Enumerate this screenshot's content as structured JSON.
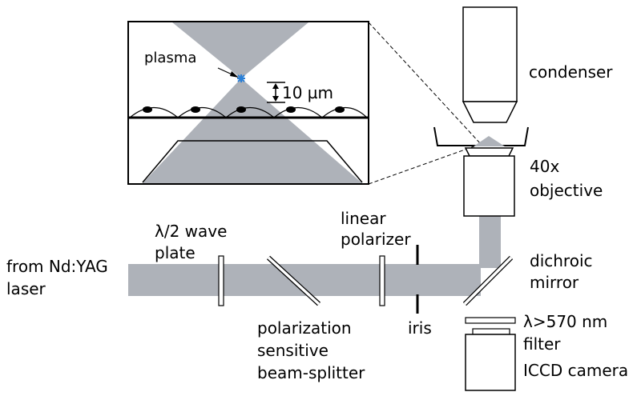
{
  "labels": {
    "plasma": "plasma",
    "scale": "10 µm",
    "condenser": "condenser",
    "objective_line1": "40x",
    "objective_line2": "objective",
    "waveplate_line1": "λ/2 wave",
    "waveplate_line2": "plate",
    "polarizer_line1": "linear",
    "polarizer_line2": "polarizer",
    "laser_line1": "from Nd:YAG",
    "laser_line2": "laser",
    "splitter_line1": "polarization",
    "splitter_line2": "sensitive",
    "splitter_line3": "beam-splitter",
    "iris": "iris",
    "dichroic_line1": "dichroic",
    "dichroic_line2": "mirror",
    "filter_line1": "λ>570 nm",
    "filter_line2": "filter",
    "camera": "ICCD camera"
  },
  "colors": {
    "beam": "#aeb2b9",
    "line": "#000000",
    "plasma": "#2a7fd6"
  }
}
